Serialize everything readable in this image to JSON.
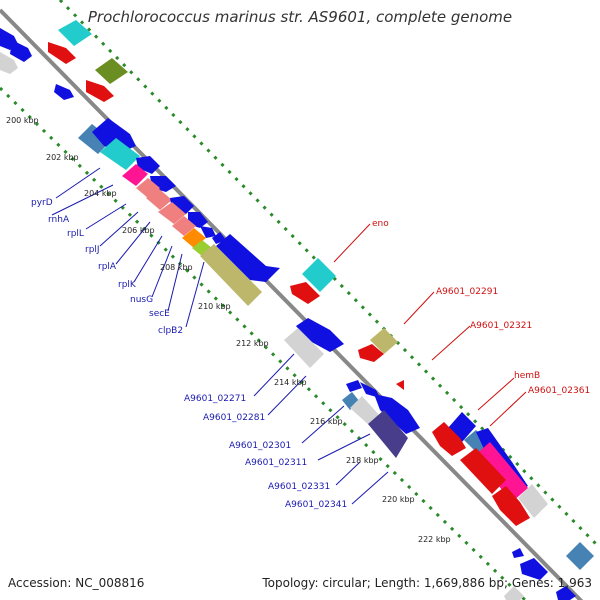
{
  "title": "Prochlorococcus marinus str. AS9601, complete genome",
  "footer": {
    "accession": "Accession: NC_008816",
    "summary": "Topology: circular; Length: 1,669,886 bp; Genes: 1,963"
  },
  "ticks": [
    "200 kbp",
    "202 kbp",
    "204 kbp",
    "206 kbp",
    "208 kbp",
    "210 kbp",
    "212 kbp",
    "214 kbp",
    "216 kbp",
    "218 kbp",
    "220 kbp",
    "222 kbp"
  ],
  "labels_left": [
    "pyrD",
    "rnhA",
    "rplL",
    "rplJ",
    "rplA",
    "rplK",
    "nusG",
    "secE",
    "clpB2",
    "A9601_02271",
    "A9601_02281",
    "A9601_02301",
    "A9601_02311",
    "A9601_02331",
    "A9601_02341"
  ],
  "labels_right": [
    "eno",
    "A9601_02291",
    "A9601_02321",
    "hemB",
    "A9601_02361"
  ],
  "colors": {
    "backbone": "#888888",
    "track_dots": "#2a8a2a",
    "blue_gene": "#1010e0",
    "red_gene": "#e01010",
    "cyan_gene": "#22cccc",
    "olive_gene": "#6b8e23",
    "khaki_gene": "#bdb76b",
    "pink_gene": "#f08080",
    "magenta_gene": "#ff1493",
    "orange_gene": "#ff8c00",
    "lime_gene": "#9acd32",
    "slate_gene": "#483d8b",
    "steel_gene": "#4682b4",
    "gray_gene": "#d3d3d3"
  }
}
